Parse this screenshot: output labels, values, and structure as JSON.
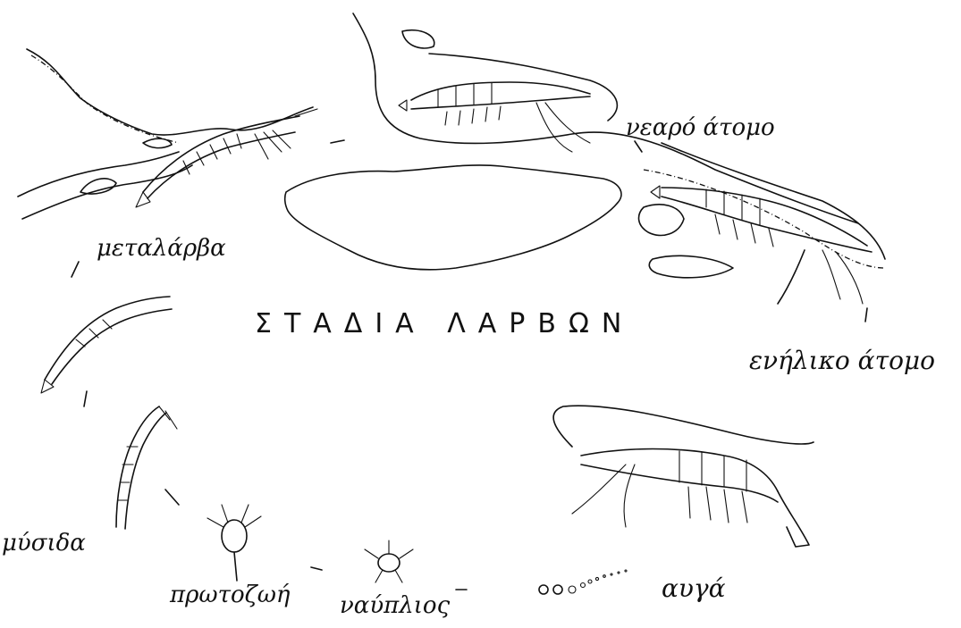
{
  "diagram": {
    "title": "ΣΤΑΔΙΑ ΛΑΡΒΩΝ",
    "stages": {
      "eggs": "αυγά",
      "nauplius": "ναύπλιος",
      "protozoea": "πρωτοζωή",
      "mysis": "μύσιδα",
      "megalarva": "μεταλάρβα",
      "juvenile": "νεαρό άτομο",
      "adult": "ενήλικο άτομο"
    }
  }
}
